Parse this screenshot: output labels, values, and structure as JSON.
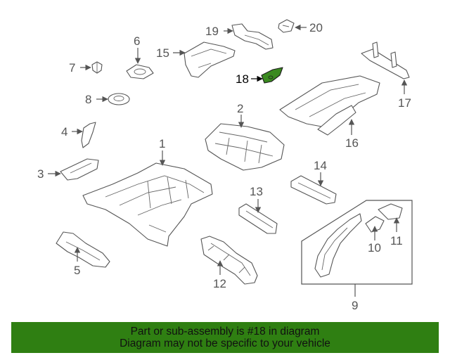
{
  "diagram": {
    "highlight_color": "#3a8a1f",
    "callouts": [
      {
        "id": "1",
        "label": "1"
      },
      {
        "id": "2",
        "label": "2"
      },
      {
        "id": "3",
        "label": "3"
      },
      {
        "id": "4",
        "label": "4"
      },
      {
        "id": "5",
        "label": "5"
      },
      {
        "id": "6",
        "label": "6"
      },
      {
        "id": "7",
        "label": "7"
      },
      {
        "id": "8",
        "label": "8"
      },
      {
        "id": "9",
        "label": "9"
      },
      {
        "id": "10",
        "label": "10"
      },
      {
        "id": "11",
        "label": "11"
      },
      {
        "id": "12",
        "label": "12"
      },
      {
        "id": "13",
        "label": "13"
      },
      {
        "id": "14",
        "label": "14"
      },
      {
        "id": "15",
        "label": "15"
      },
      {
        "id": "16",
        "label": "16"
      },
      {
        "id": "17",
        "label": "17"
      },
      {
        "id": "18",
        "label": "18",
        "highlighted": true
      },
      {
        "id": "19",
        "label": "19"
      },
      {
        "id": "20",
        "label": "20"
      }
    ]
  },
  "banner": {
    "background": "#2f7f12",
    "line1": "Part or sub-assembly is #18 in diagram",
    "line2": "Diagram may not be specific to your vehicle"
  }
}
